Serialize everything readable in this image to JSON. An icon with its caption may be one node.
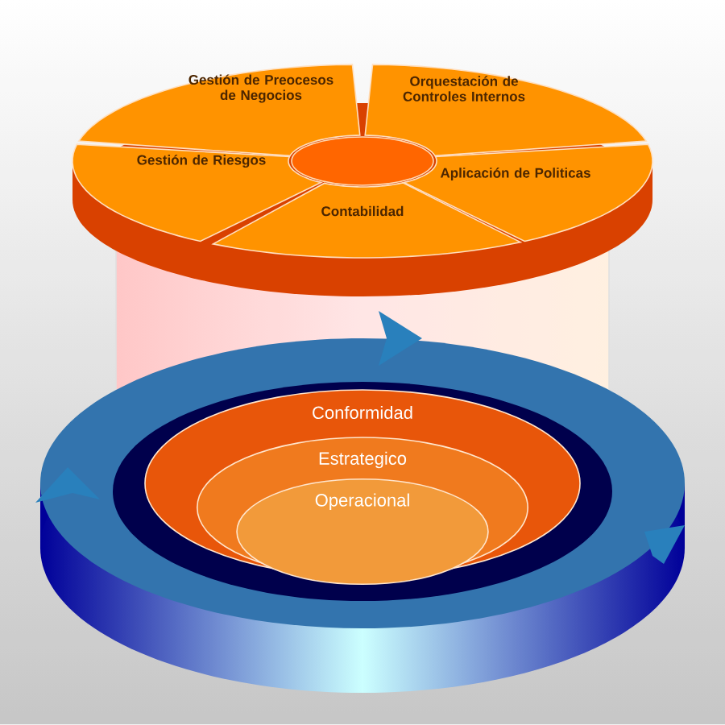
{
  "diagram": {
    "nodes": [
      {
        "text": [
          "Gestión de Preocesos de Negocios"
        ]
      },
      {
        "text": [
          "Orquestación de Controles Internos"
        ]
      },
      {
        "text": [
          "Gestión de Riesgos"
        ]
      },
      {
        "text": [
          "Aplicación de Politicas"
        ]
      },
      {
        "text": [
          "Contabilidad"
        ]
      },
      {
        "text": [
          "Conformidad"
        ]
      },
      {
        "text": [
          "Estrategico"
        ],
        "in": 5
      },
      {
        "text": [
          "Operacional"
        ],
        "in": 6
      }
    ]
  }
}
